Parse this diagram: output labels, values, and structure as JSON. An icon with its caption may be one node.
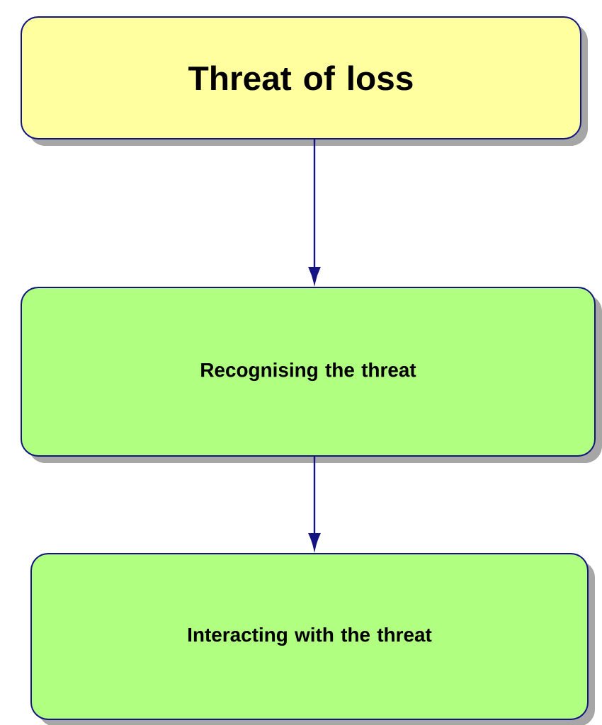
{
  "diagram": {
    "nodes": [
      {
        "text": [
          "Threat of loss"
        ]
      },
      {
        "text": [
          "Recognising the threat"
        ]
      },
      {
        "text": [
          "Interacting with the threat"
        ]
      }
    ],
    "edges": [
      {
        "from": 0,
        "to": 1,
        "arrow": "to"
      },
      {
        "from": 1,
        "to": 2,
        "arrow": "to"
      }
    ]
  }
}
